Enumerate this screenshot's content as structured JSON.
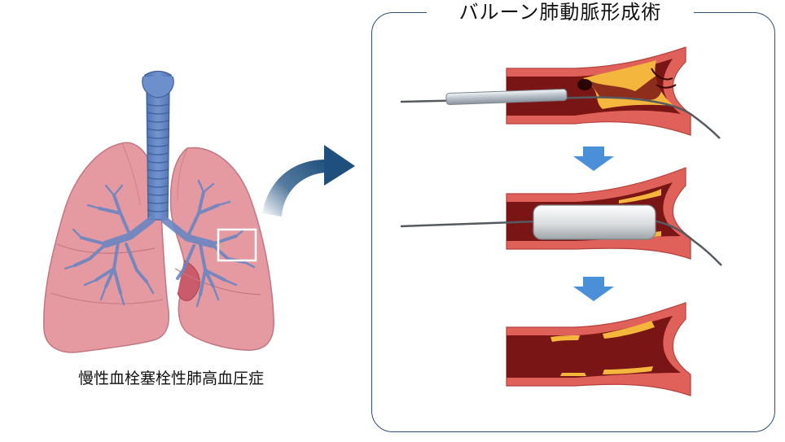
{
  "panel": {
    "title": "バルーン肺動脈形成術"
  },
  "lungs": {
    "caption": "慢性血栓塞栓性肺高血圧症"
  },
  "colors": {
    "vessel_wall": "#e0605a",
    "vessel_lumen": "#7a1515",
    "plaque": "#f4b63c",
    "lung": "#e59aa1",
    "airway": "#5a7fbe",
    "flow_arrow": "#2b5a86",
    "step_arrow": "#4a90d9",
    "frame": "#2e4f74"
  },
  "icons": [
    "lungs-illustration",
    "curved-arrow-icon",
    "down-arrow-icon",
    "balloon-catheter"
  ]
}
